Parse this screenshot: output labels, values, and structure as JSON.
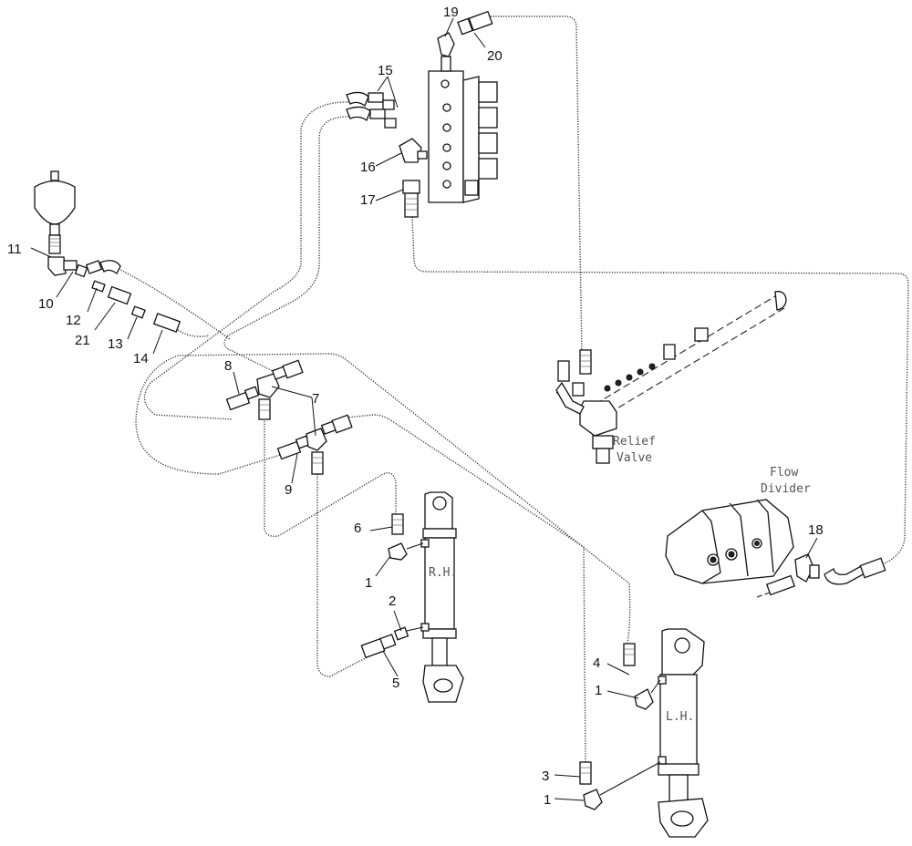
{
  "callouts": {
    "c1a": "1",
    "c1b": "1",
    "c1c": "1",
    "c2": "2",
    "c3": "3",
    "c4": "4",
    "c5": "5",
    "c6": "6",
    "c7": "7",
    "c8": "8",
    "c9": "9",
    "c10": "10",
    "c11": "11",
    "c12": "12",
    "c13": "13",
    "c14": "14",
    "c15": "15",
    "c16": "16",
    "c17": "17",
    "c18": "18",
    "c19": "19",
    "c20": "20",
    "c21": "21"
  },
  "labels": {
    "relief_line1": "Relief",
    "relief_line2": "Valve",
    "flow_line1": "Flow",
    "flow_line2": "Divider",
    "rh": "R.H.",
    "lh": "L.H."
  }
}
